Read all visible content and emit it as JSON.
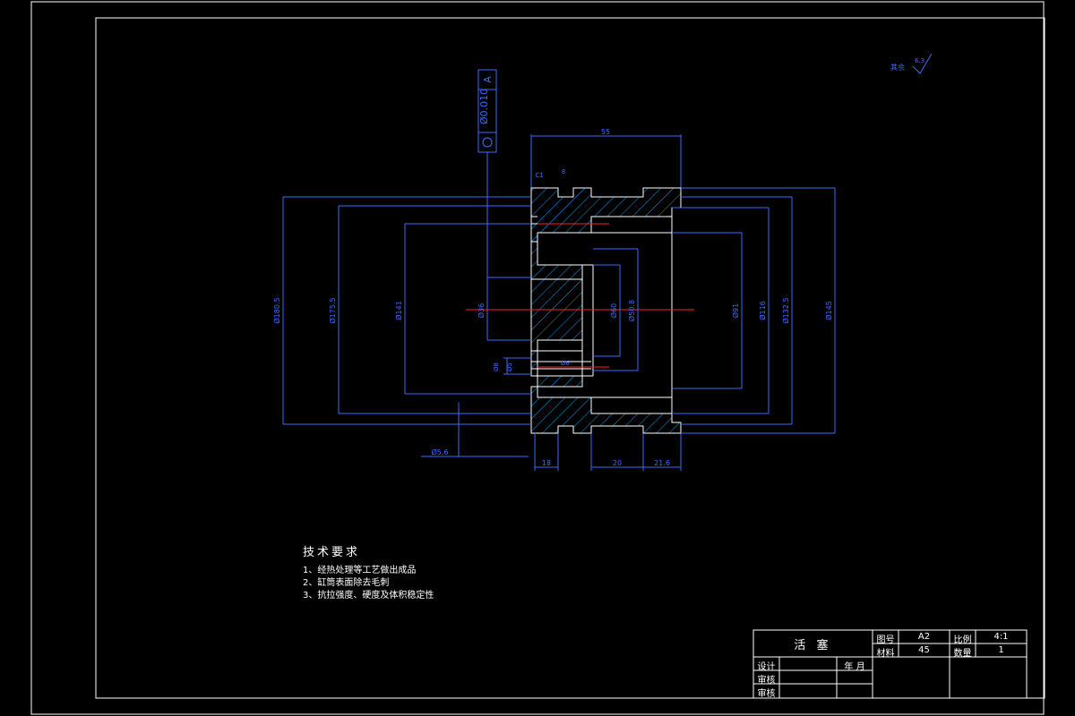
{
  "drawing": {
    "part_name": "活 塞",
    "tolerance_frame": {
      "symbol": "◎",
      "value": "Ø0.010",
      "datum": "A"
    },
    "roughness_note": {
      "prefix": "其余",
      "value": "6.3"
    },
    "dimensions": {
      "overall_length": "55",
      "d_outer_1": "Ø180.5",
      "d_outer_2": "Ø175.5",
      "d_mid_1": "Ø141",
      "d_center": "Ø36",
      "d_right_1": "Ø91",
      "d_right_2": "Ø116",
      "d_right_3": "Ø132.5",
      "d_right_4": "Ø145",
      "groove_small_1": "Ø8",
      "groove_small_2": "Ø5",
      "groove_small_3": "Ø6",
      "bottom_left": "Ø5.6",
      "bottom_w1": "18",
      "bottom_w2": "20",
      "bottom_w3": "21.6",
      "inner_bore_1": "Ø50.8",
      "inner_bore_2": "Ø60",
      "slot": "8",
      "chamfer": "C1"
    }
  },
  "tech_requirements": {
    "title": "技术要求",
    "items": [
      "1、经热处理等工艺做出成品",
      "2、缸筒表面除去毛刺",
      "3、抗拉强度、硬度及体积稳定性"
    ]
  },
  "title_block": {
    "part_name": "活 塞",
    "drawing_no_label": "图号",
    "drawing_no_value": "A2",
    "scale_label": "比例",
    "scale_value": "4:1",
    "material_label": "材料",
    "material_value": "45",
    "quantity_label": "数量",
    "quantity_value": "1",
    "designer_label": "设计",
    "checker_label": "审核",
    "approver_label": "审核",
    "date_label": "年 月"
  }
}
